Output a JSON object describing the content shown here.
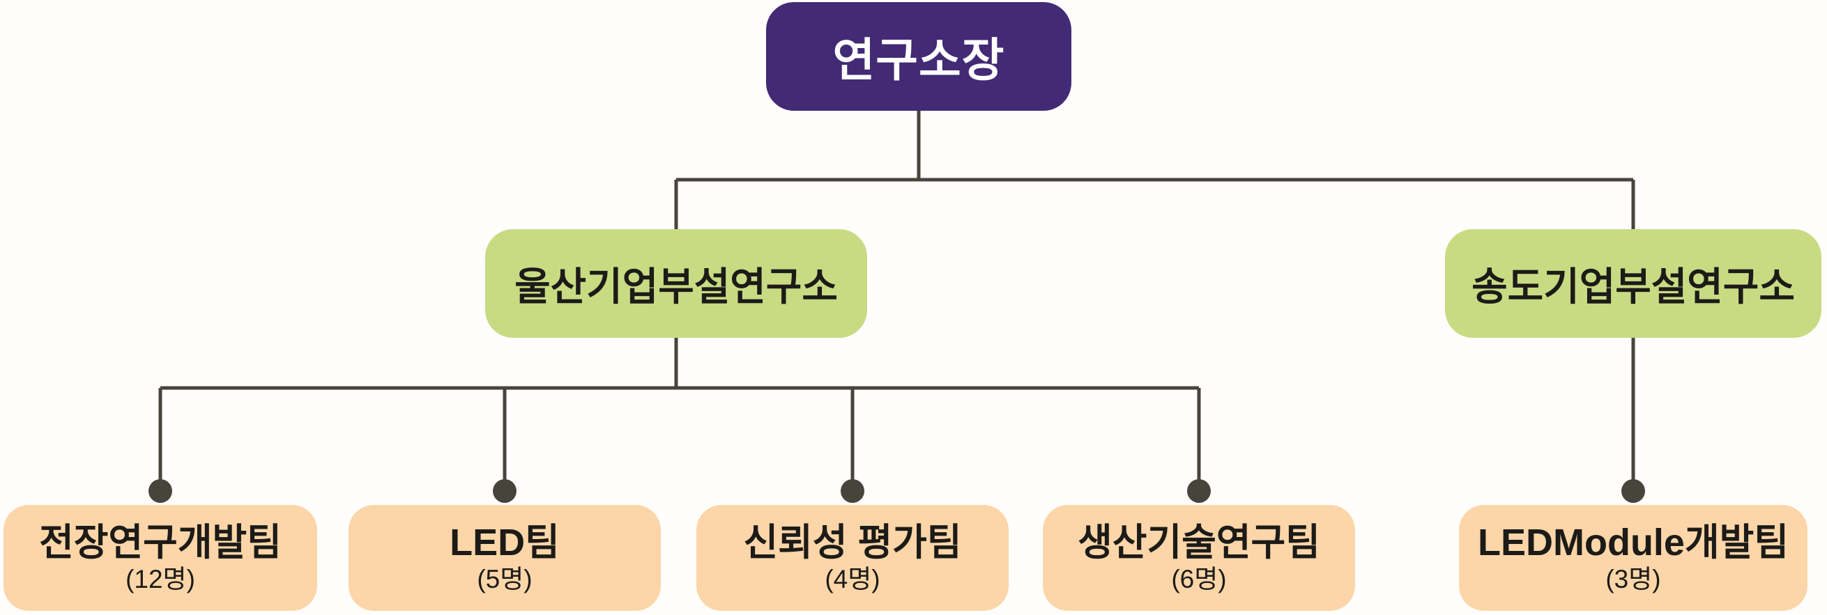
{
  "chart_type": "organization-chart",
  "colors": {
    "background": "#fffefc",
    "root_box": "#422a75",
    "root_text": "#ffffff",
    "branch_box": "#c8db83",
    "team_box": "#fcd6a8",
    "node_text": "#1c1b18",
    "connector": "#47443c"
  },
  "org": {
    "root": {
      "label": "연구소장"
    },
    "branches": [
      {
        "label": "울산기업부설연구소",
        "teams": [
          {
            "name": "전장연구개발팀",
            "count": "(12명)"
          },
          {
            "name": "LED팀",
            "count": "(5명)"
          },
          {
            "name": "신뢰성 평가팀",
            "count": "(4명)"
          },
          {
            "name": "생산기술연구팀",
            "count": "(6명)"
          }
        ]
      },
      {
        "label": "송도기업부설연구소",
        "teams": [
          {
            "name": "LEDModule개발팀",
            "count": "(3명)"
          }
        ]
      }
    ]
  }
}
